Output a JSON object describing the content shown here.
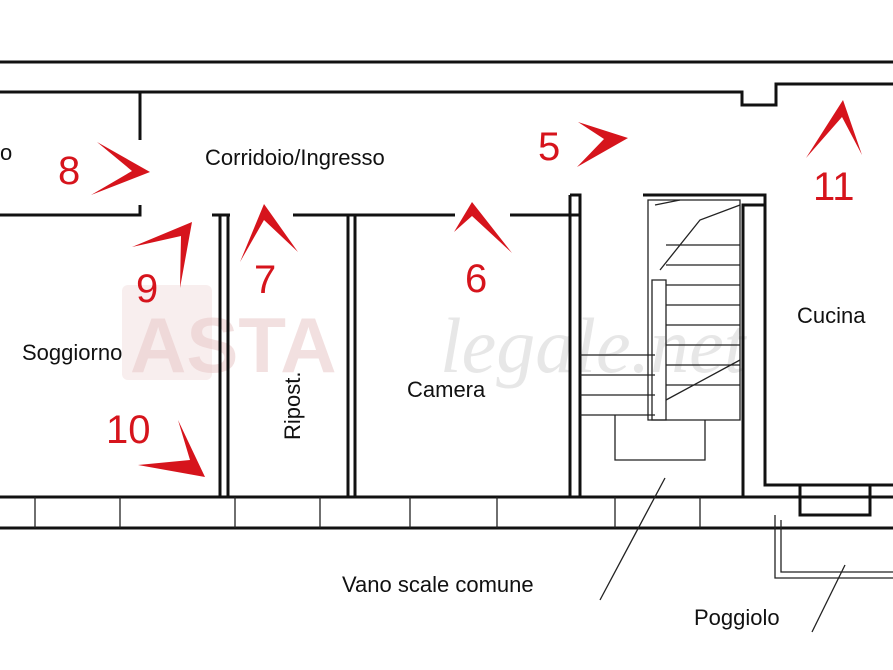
{
  "rooms": {
    "corridor": "Corridoio/Ingresso",
    "living": "Soggiorno",
    "storage": "Ripost.",
    "bedroom": "Camera",
    "kitchen": "Cucina",
    "left_fragment": "o"
  },
  "annotations": {
    "stairwell": "Vano scale comune",
    "balcony": "Poggiolo"
  },
  "photo_points": [
    "5",
    "6",
    "7",
    "8",
    "9",
    "10",
    "11"
  ],
  "watermark": {
    "brand": "ASTA",
    "suffix": "legale.net"
  },
  "colors": {
    "marker": "#d6141c",
    "walls": "#111111",
    "watermark": "#e9c8c8"
  }
}
